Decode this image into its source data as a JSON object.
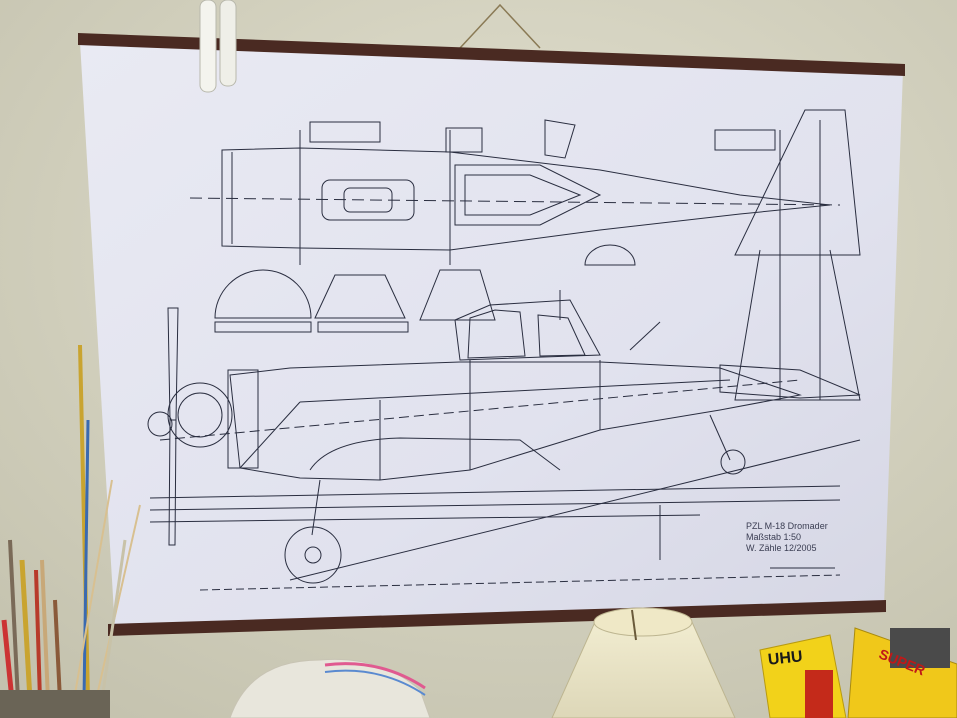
{
  "poster": {
    "caption": {
      "title": "PZL M-18 Dromader",
      "scale": "Maßstab 1:50",
      "author": "W. Zähle 12/2005"
    }
  },
  "desk_items": {
    "glue_tube_brand": "UHU",
    "box_brand": "SUPER"
  }
}
